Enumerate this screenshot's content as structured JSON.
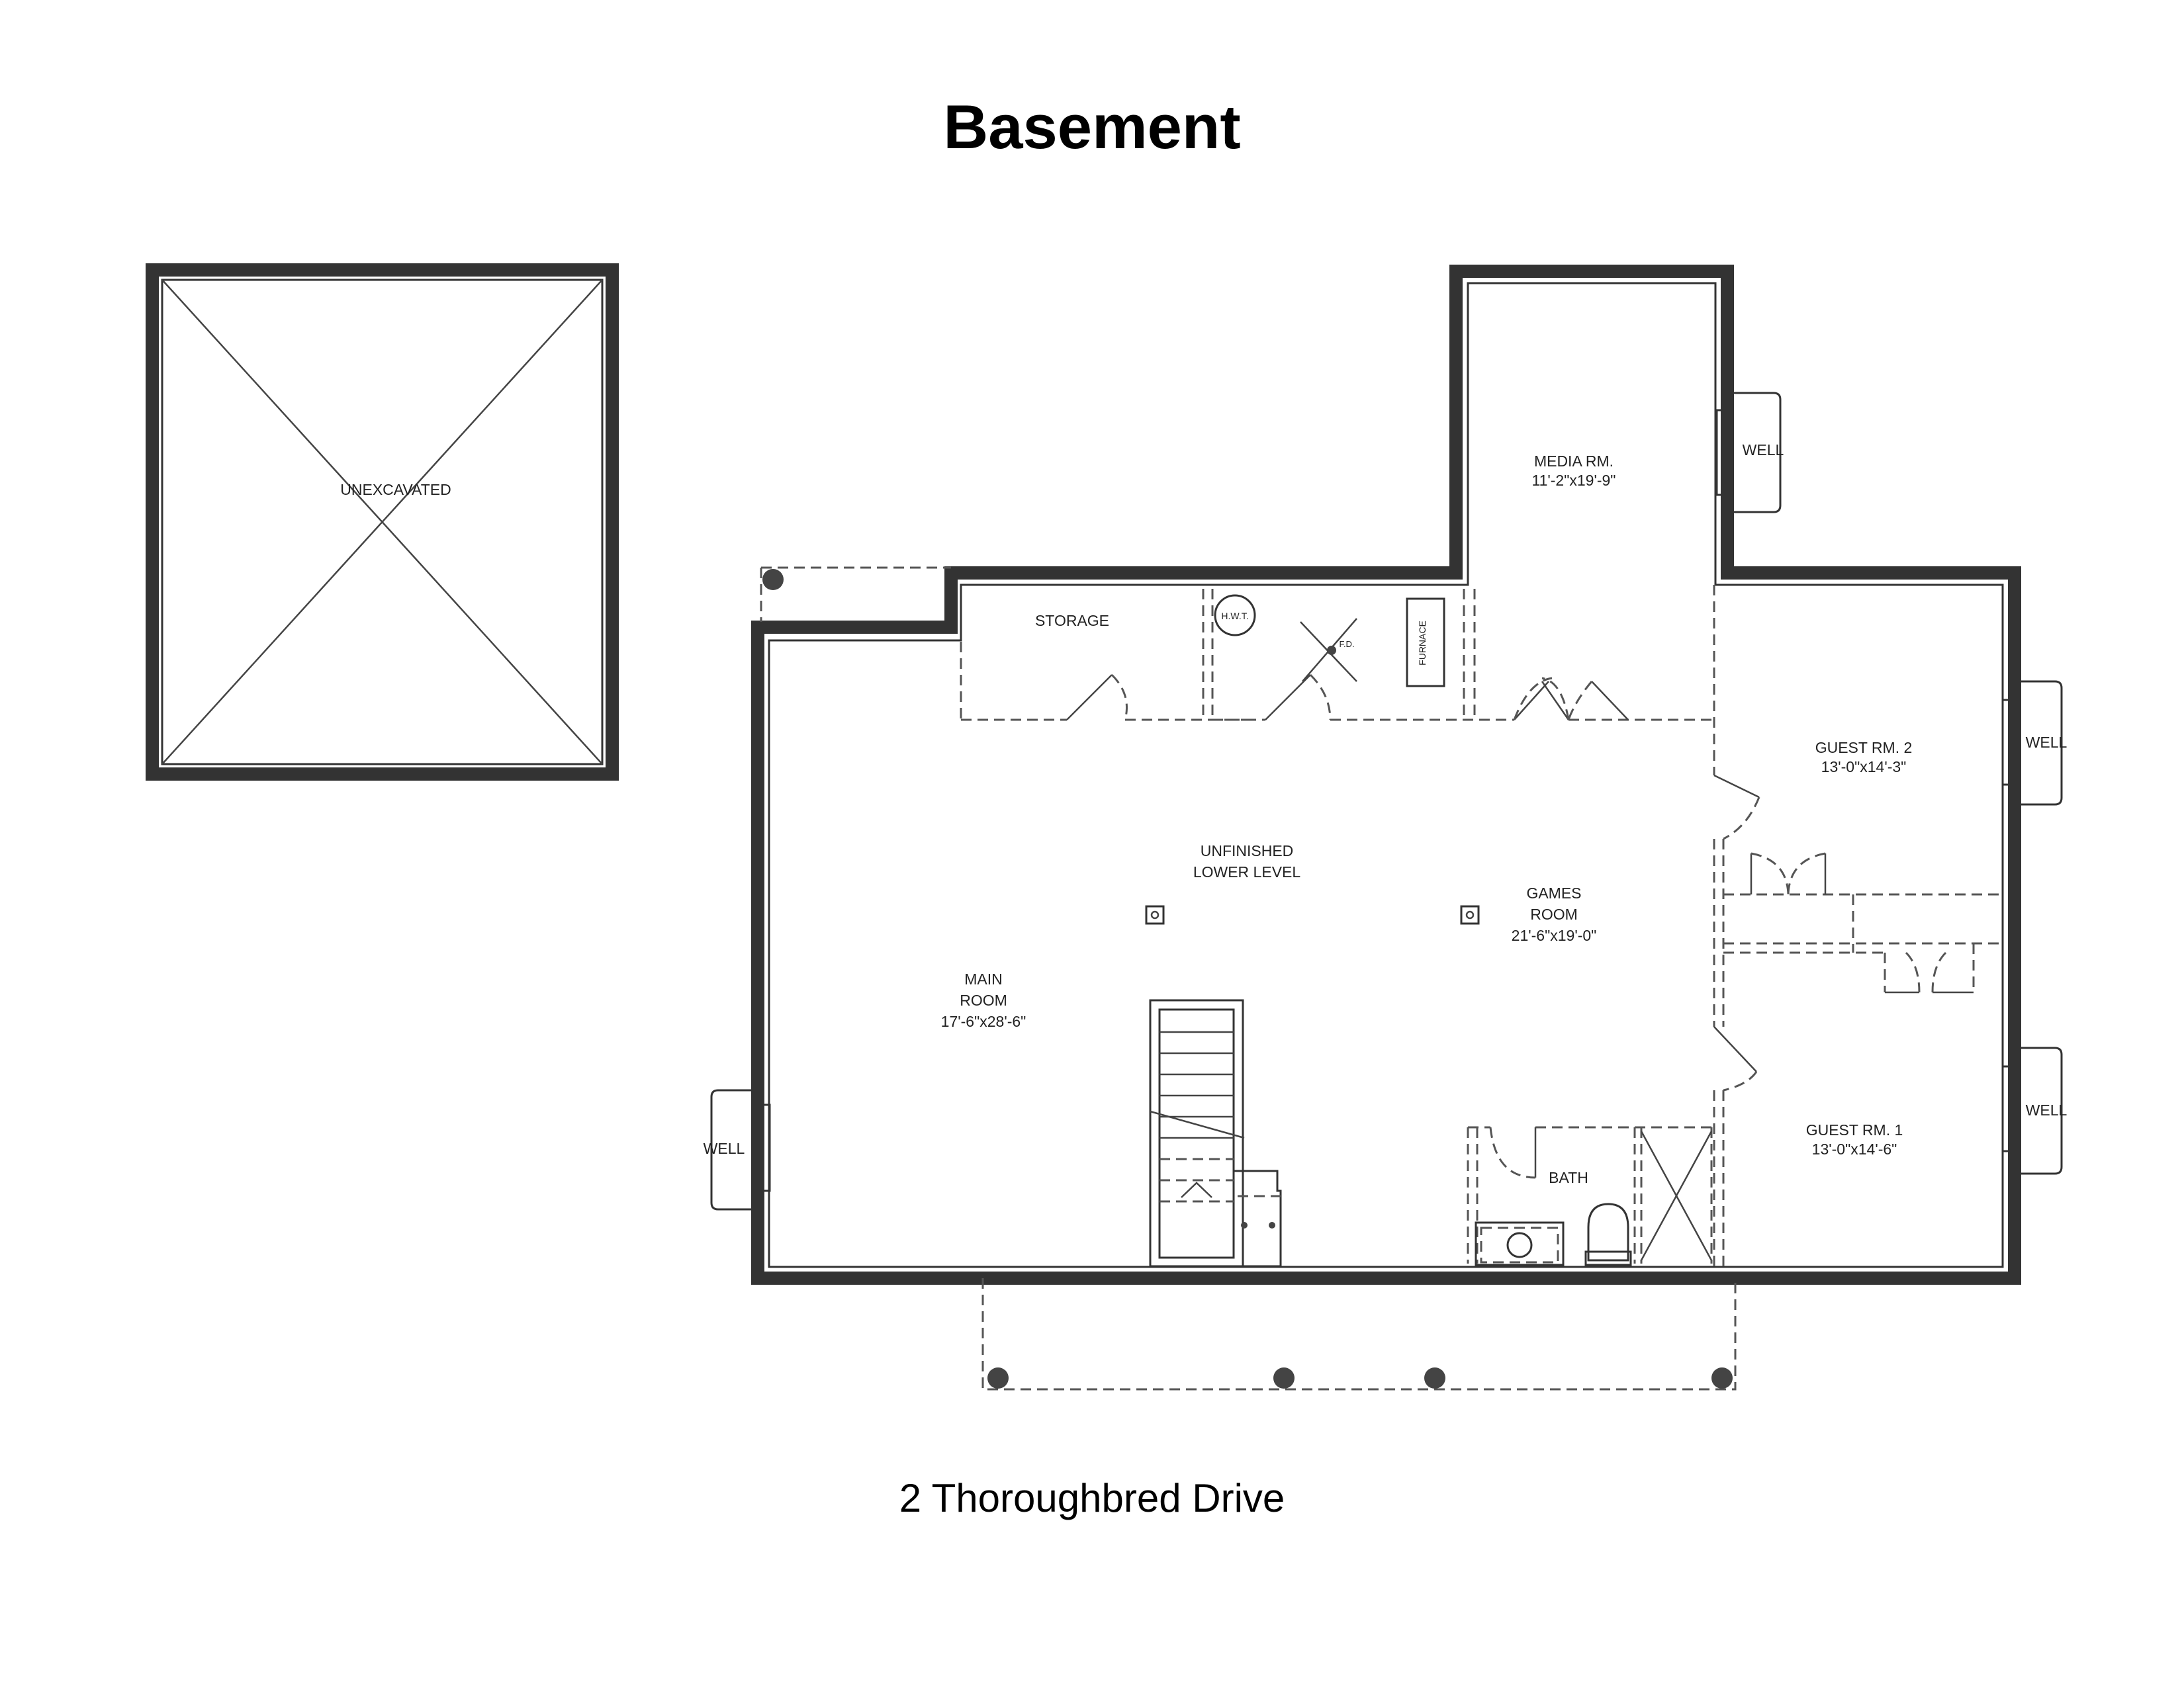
{
  "title": "Basement",
  "address": "2 Thoroughbred Drive",
  "rooms": {
    "unexcavated": "UNEXCAVATED",
    "storage": "STORAGE",
    "hwt": "H.W.T.",
    "fd": "F.D.",
    "furnace": "FURNACE",
    "media": {
      "name": "MEDIA RM.",
      "dims": "11'-2\"x19'-9\""
    },
    "guest2": {
      "name": "GUEST RM. 2",
      "dims": "13'-0\"x14'-3\""
    },
    "unfinished": {
      "line1": "UNFINISHED",
      "line2": "LOWER LEVEL"
    },
    "games": {
      "line1": "GAMES",
      "line2": "ROOM",
      "dims": "21'-6\"x19'-0\""
    },
    "main": {
      "line1": "MAIN",
      "line2": "ROOM",
      "dims": "17'-6\"x28'-6\""
    },
    "bath": "BATH",
    "guest1": {
      "name": "GUEST RM. 1",
      "dims": "13'-0\"x14'-6\""
    }
  },
  "wells": {
    "label": "WELL"
  }
}
